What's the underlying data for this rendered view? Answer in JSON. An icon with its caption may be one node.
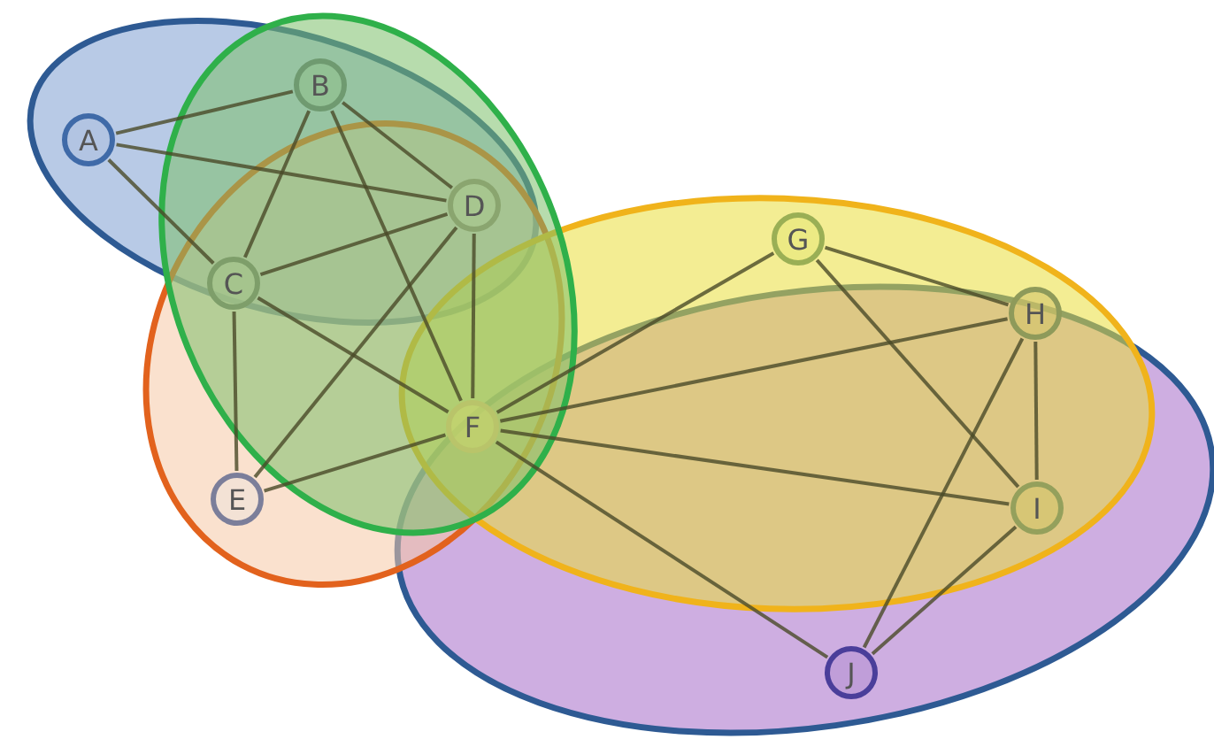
{
  "diagram": {
    "nodes": [
      {
        "text": [
          "A"
        ]
      },
      {
        "text": [
          "B"
        ]
      },
      {
        "text": [
          "C"
        ]
      },
      {
        "text": [
          "D"
        ]
      },
      {
        "text": [
          "E"
        ]
      },
      {
        "text": [
          "F"
        ]
      },
      {
        "text": [
          "G"
        ]
      },
      {
        "text": [
          "H"
        ]
      },
      {
        "text": [
          "I"
        ]
      },
      {
        "text": [
          "J"
        ]
      }
    ],
    "edges": [
      {
        "from": 0,
        "to": 1,
        "arrow": "none"
      },
      {
        "from": 0,
        "to": 3,
        "arrow": "none"
      },
      {
        "from": 0,
        "to": 2,
        "arrow": "none"
      },
      {
        "from": 1,
        "to": 2,
        "arrow": "none"
      },
      {
        "from": 1,
        "to": 3,
        "arrow": "none"
      },
      {
        "from": 1,
        "to": 5,
        "arrow": "none"
      },
      {
        "from": 2,
        "to": 3,
        "arrow": "none"
      },
      {
        "from": 2,
        "to": 4,
        "arrow": "none"
      },
      {
        "from": 2,
        "to": 5,
        "arrow": "none"
      },
      {
        "from": 3,
        "to": 4,
        "arrow": "none"
      },
      {
        "from": 3,
        "to": 5,
        "arrow": "none"
      },
      {
        "from": 4,
        "to": 5,
        "arrow": "none"
      },
      {
        "from": 5,
        "to": 6,
        "arrow": "none"
      },
      {
        "from": 5,
        "to": 7,
        "arrow": "none"
      },
      {
        "from": 5,
        "to": 8,
        "arrow": "none"
      },
      {
        "from": 5,
        "to": 9,
        "arrow": "none"
      },
      {
        "from": 6,
        "to": 7,
        "arrow": "none"
      },
      {
        "from": 6,
        "to": 8,
        "arrow": "none"
      },
      {
        "from": 7,
        "to": 8,
        "arrow": "none"
      },
      {
        "from": 7,
        "to": 9,
        "arrow": "none"
      },
      {
        "from": 8,
        "to": 9,
        "arrow": "none"
      }
    ]
  }
}
